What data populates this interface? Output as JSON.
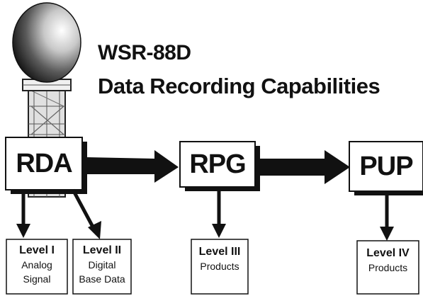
{
  "title": {
    "line1": "WSR-88D",
    "line2": "Data Recording Capabilities"
  },
  "nodes": {
    "rda": "RDA",
    "rpg": "RPG",
    "pup": "PUP"
  },
  "levels": {
    "level1": {
      "name": "Level I",
      "desc1": "Analog",
      "desc2": "Signal"
    },
    "level2": {
      "name": "Level II",
      "desc1": "Digital",
      "desc2": "Base Data"
    },
    "level3": {
      "name": "Level III",
      "desc1": "Products"
    },
    "level4": {
      "name": "Level IV",
      "desc1": "Products"
    }
  },
  "colors": {
    "ink": "#111111",
    "paper": "#ffffff",
    "tower": "#bdbdbd"
  },
  "icons": {
    "radar": "radar-dome-icon"
  }
}
